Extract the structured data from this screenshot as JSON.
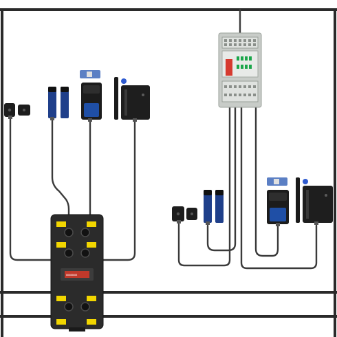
{
  "scene": {
    "background": "#ffffff",
    "cable_color": "#3a3a3a",
    "frame_color": "#2a2a2a"
  },
  "field_hub": {
    "body_color": "#2b2b2b",
    "port_label_color": "#f2d600",
    "display_color": "#c0392b",
    "display_text": "88888888"
  },
  "distribution_module": {
    "housing_color": "#c8ccc8",
    "display_color": "#d63a2f",
    "terminal_color": "#1aa64a"
  },
  "components": [
    {
      "name": "magnetic-switch",
      "icon": "magnetic-switch-icon"
    },
    {
      "name": "coded-sensor-pair",
      "icon": "sensor-pair-icon"
    },
    {
      "name": "safety-interlock",
      "icon": "interlock-icon"
    },
    {
      "name": "guard-lock",
      "icon": "guard-lock-icon"
    }
  ]
}
